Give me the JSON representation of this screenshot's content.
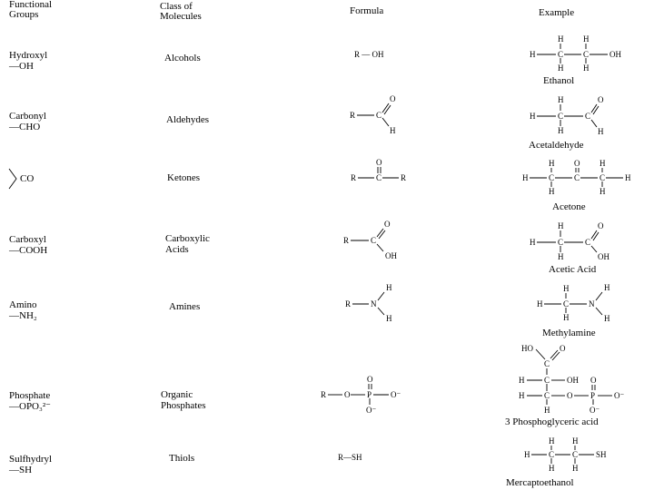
{
  "headers": {
    "functional_groups": [
      "Functional",
      "Groups"
    ],
    "class_of_molecules": [
      "Class of",
      "Molecules"
    ],
    "formula": "Formula",
    "example": "Example"
  },
  "rows": [
    {
      "group": [
        "Hydroxyl",
        "—OH"
      ],
      "cls": [
        "Alcohols"
      ],
      "formula_text": "R — OH",
      "example_name": "Ethanol"
    },
    {
      "group": [
        "Carbonyl",
        "—CHO"
      ],
      "cls": [
        "Aldehydes"
      ],
      "example_name": "Acetaldehyde"
    },
    {
      "group": [
        "CO"
      ],
      "cls": [
        "Ketones"
      ],
      "example_name": "Acetone"
    },
    {
      "group": [
        "Carboxyl",
        "—COOH"
      ],
      "cls": [
        "Carboxylic",
        "Acids"
      ],
      "example_name": "Acetic Acid"
    },
    {
      "group": [
        "Amino",
        "—NH₂"
      ],
      "cls": [
        "Amines"
      ],
      "example_name": "Methylamine"
    },
    {
      "group": [
        "Phosphate",
        "—OPO₃²⁻"
      ],
      "cls": [
        "Organic",
        "Phosphates"
      ],
      "example_name": "3 Phosphoglyceric acid"
    },
    {
      "group": [
        "Sulfhydryl",
        "—SH"
      ],
      "cls": [
        "Thiols"
      ],
      "formula_text": "R—SH",
      "example_name": "Mercaptoethanol"
    }
  ],
  "atoms": {
    "R": "R",
    "H": "H",
    "C": "C",
    "O": "O",
    "N": "N",
    "S": "S",
    "P": "P",
    "OH": "OH",
    "HO": "HO",
    "SH": "SH",
    "O_minus": "O⁻"
  }
}
